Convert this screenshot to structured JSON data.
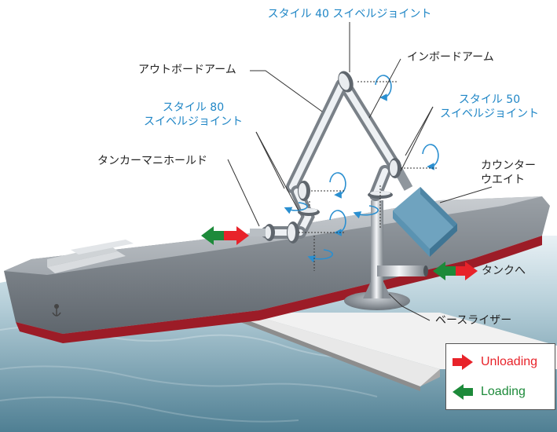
{
  "labels": {
    "style40": "スタイル 40 スイベルジョイント",
    "outboard_arm": "アウトボードアーム",
    "inboard_arm": "インボードアーム",
    "style80_line1": "スタイル 80",
    "style80_line2": "スイベルジョイント",
    "style50_line1": "スタイル 50",
    "style50_line2": "スイベルジョイント",
    "tanker_manifold": "タンカーマニホールド",
    "counterweight_line1": "カウンター",
    "counterweight_line2": "ウエイト",
    "to_tank": "タンクへ",
    "base_riser": "ベースライザー"
  },
  "legend": {
    "unloading": "Unloading",
    "loading": "Loading"
  },
  "colors": {
    "label_blue": "#1f86c6",
    "unloading_red": "#e8232a",
    "loading_green": "#1d8a3a"
  }
}
